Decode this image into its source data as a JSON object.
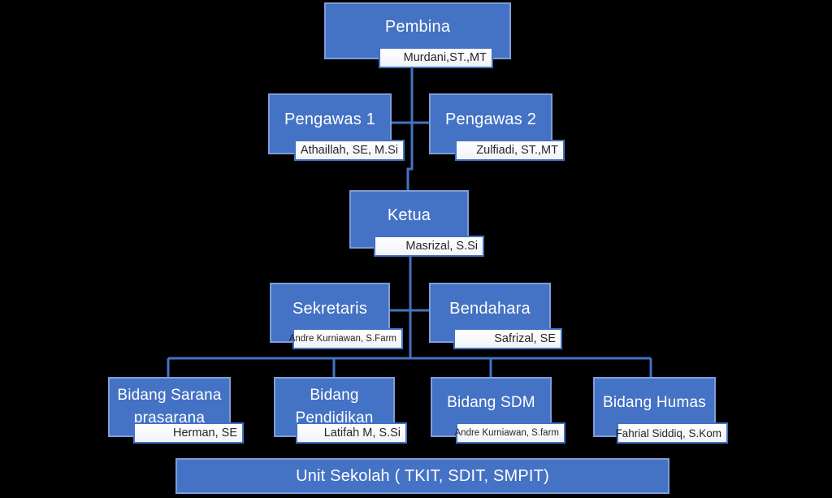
{
  "colors": {
    "background": "#000000",
    "box_fill": "#4472C4",
    "box_border": "#7E9DD8",
    "label_fill": "#FFFFFF",
    "label_border": "#4472C4",
    "label_text": "#262626",
    "title_text": "#FFFFFF",
    "connector": "#4472C4"
  },
  "org": {
    "nodes": {
      "pembina": {
        "title": "Pembina",
        "name": "Murdani,ST.,MT"
      },
      "pengawas1": {
        "title": "Pengawas 1",
        "name": "Athaillah, SE, M.Si"
      },
      "pengawas2": {
        "title": "Pengawas 2",
        "name": "Zulfiadi, ST.,MT"
      },
      "ketua": {
        "title": "Ketua",
        "name": "Masrizal, S.Si"
      },
      "sekretaris": {
        "title": "Sekretaris",
        "name": "Andre Kurniawan, S.Farm"
      },
      "bendahara": {
        "title": "Bendahara",
        "name": "Safrizal, SE"
      },
      "bidang_sarana": {
        "title": "Bidang Sarana prasarana",
        "name": "Herman, SE"
      },
      "bidang_pendidikan": {
        "title": "Bidang Pendidikan",
        "name": "Latifah M, S.Si"
      },
      "bidang_sdm": {
        "title": "Bidang SDM",
        "name": "Andre Kurniawan, S.farm"
      },
      "bidang_humas": {
        "title": "Bidang Humas",
        "name": "Fahrial Siddiq, S.Kom"
      },
      "unit_sekolah": {
        "title": "Unit Sekolah ( TKIT, SDIT, SMPIT)"
      }
    }
  }
}
